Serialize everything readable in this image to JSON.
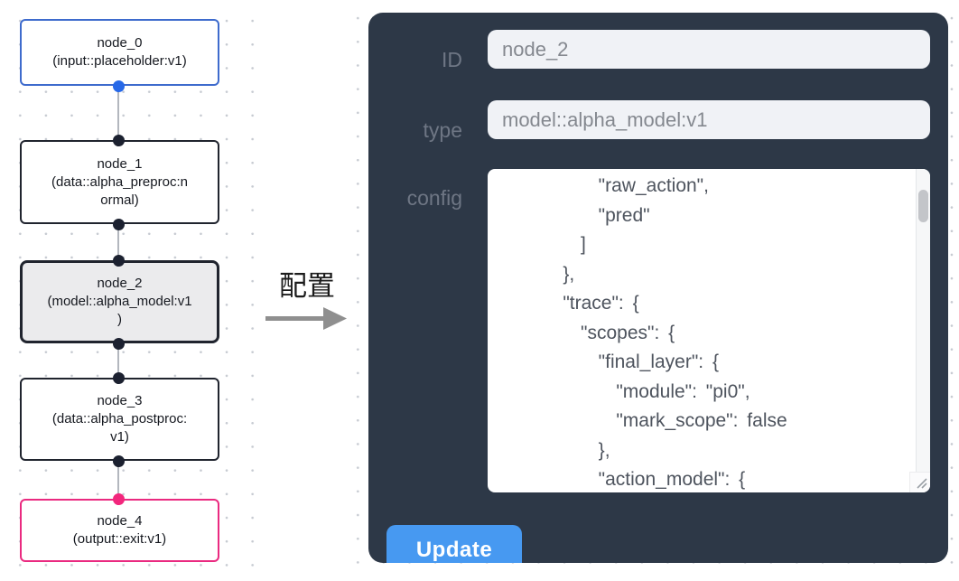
{
  "flow": {
    "nodes": [
      {
        "id": "node_0",
        "text": "node_0\n(input::placeholder:v1)",
        "kind": "input"
      },
      {
        "id": "node_1",
        "text": "node_1\n(data::alpha_preproc:n\normal)",
        "kind": "data"
      },
      {
        "id": "node_2",
        "text": "node_2\n(model::alpha_model:v1\n)",
        "kind": "model",
        "selected": true
      },
      {
        "id": "node_3",
        "text": "node_3\n(data::alpha_postproc:\nv1)",
        "kind": "data"
      },
      {
        "id": "node_4",
        "text": "node_4\n(output::exit:v1)",
        "kind": "output"
      }
    ],
    "transfer_label": "配置"
  },
  "panel": {
    "id_field": {
      "label": "ID",
      "value": "node_2"
    },
    "type_field": {
      "label": "type",
      "value": "model::alpha_model:v1"
    },
    "config_field": {
      "label": "config",
      "value": "        \"raw_action\",\n        \"pred\"\n      ]\n    },\n    \"trace\": {\n      \"scopes\": {\n        \"final_layer\": {\n          \"module\": \"pi0\",\n          \"mark_scope\": false\n        },\n        \"action_model\": {"
    },
    "update_button": "Update"
  },
  "colors": {
    "panel_bg": "#2d3847",
    "accent_blue": "#4799f1",
    "input_node_border": "#3e6bcd",
    "input_port": "#2668e8",
    "output_node_border": "#ea2a80",
    "output_port": "#f2267c",
    "default_node_border": "#20242e",
    "selected_node_bg": "#ebebed"
  }
}
